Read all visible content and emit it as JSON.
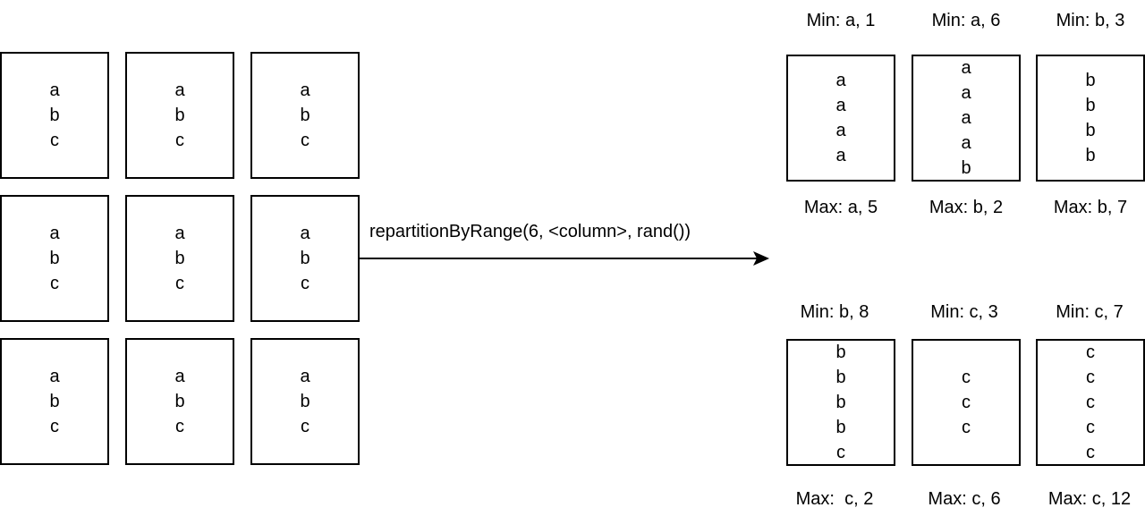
{
  "input_partitions": [
    {
      "letters": [
        "a",
        "b",
        "c"
      ]
    },
    {
      "letters": [
        "a",
        "b",
        "c"
      ]
    },
    {
      "letters": [
        "a",
        "b",
        "c"
      ]
    },
    {
      "letters": [
        "a",
        "b",
        "c"
      ]
    },
    {
      "letters": [
        "a",
        "b",
        "c"
      ]
    },
    {
      "letters": [
        "a",
        "b",
        "c"
      ]
    },
    {
      "letters": [
        "a",
        "b",
        "c"
      ]
    },
    {
      "letters": [
        "a",
        "b",
        "c"
      ]
    },
    {
      "letters": [
        "a",
        "b",
        "c"
      ]
    }
  ],
  "arrow_label": "repartitionByRange(6, <column>, rand())",
  "output_partitions": [
    {
      "min": "Min: a, 1",
      "max": "Max: a, 5",
      "letters": [
        "a",
        "a",
        "a",
        "a"
      ]
    },
    {
      "min": "Min: a, 6",
      "max": "Max: b, 2",
      "letters": [
        "a",
        "a",
        "a",
        "a",
        "b"
      ]
    },
    {
      "min": "Min: b, 3",
      "max": "Max: b, 7",
      "letters": [
        "b",
        "b",
        "b",
        "b"
      ]
    },
    {
      "min": "Min: b, 8",
      "max": "Max:  c, 2",
      "letters": [
        "b",
        "b",
        "b",
        "b",
        "c"
      ]
    },
    {
      "min": "Min: c, 3",
      "max": "Max: c, 6",
      "letters": [
        "c",
        "c",
        "c"
      ]
    },
    {
      "min": "Min: c, 7",
      "max": "Max: c, 12",
      "letters": [
        "c",
        "c",
        "c",
        "c",
        "c"
      ]
    }
  ]
}
